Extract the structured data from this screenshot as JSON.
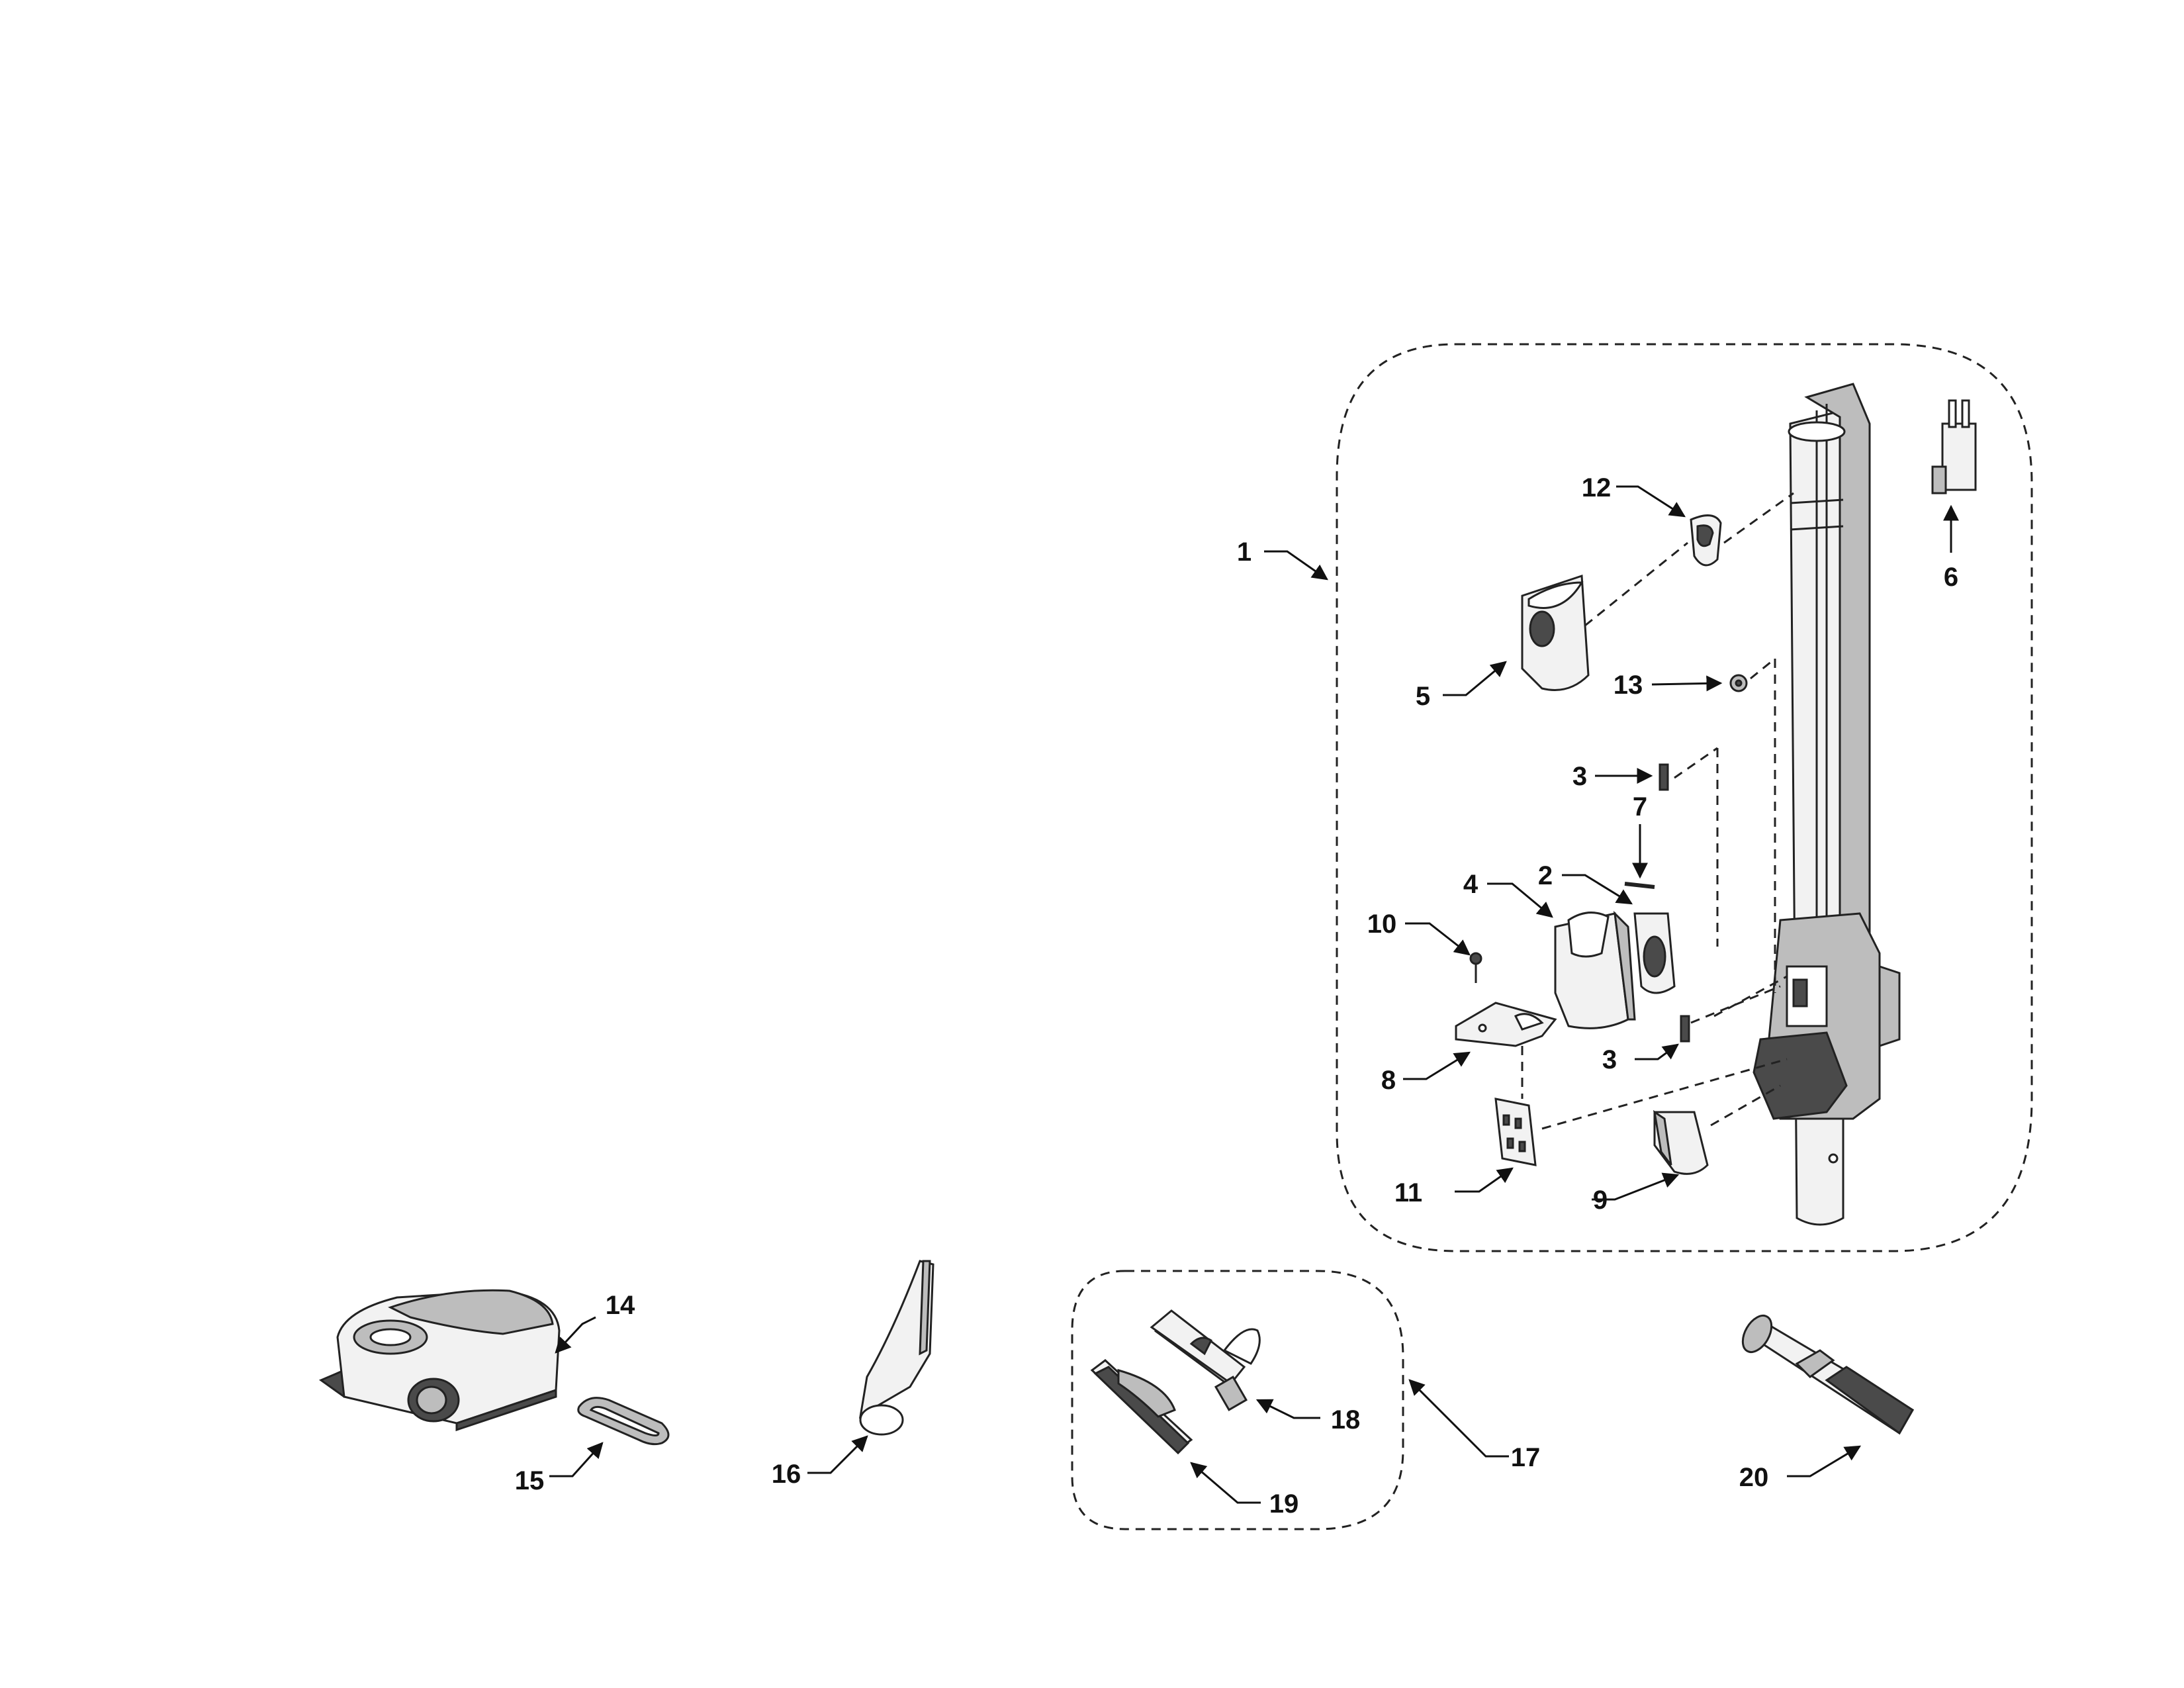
{
  "diagram": {
    "labels": {
      "p1": "1",
      "p2": "2",
      "p3a": "3",
      "p3b": "3",
      "p4": "4",
      "p5": "5",
      "p6": "6",
      "p7": "7",
      "p8": "8",
      "p9": "9",
      "p10": "10",
      "p11": "11",
      "p12": "12",
      "p13": "13",
      "p14": "14",
      "p15": "15",
      "p16": "16",
      "p17": "17",
      "p18": "18",
      "p19": "19",
      "p20": "20"
    }
  }
}
